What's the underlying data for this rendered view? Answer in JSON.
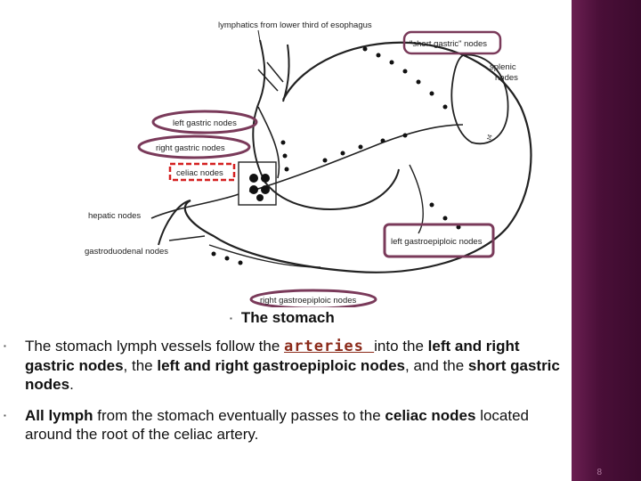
{
  "diagram": {
    "labels": {
      "lymphatics": "lymphatics from lower third of esophagus",
      "short_gastric": "\"short gastric\" nodes",
      "splenic_1": "splenic",
      "splenic_2": "nodes",
      "left_gastric": "left gastric nodes",
      "right_gastric": "right gastric nodes",
      "celiac": "celiac nodes",
      "hepatic": "hepatic nodes",
      "gastroduodenal": "gastroduodenal nodes",
      "left_gastroepiploic": "left gastroepiploic nodes",
      "right_gastroepiploic": "right gastroepiploic nodes",
      "figure_mark": "t4"
    },
    "colors": {
      "highlight_oval": "#7a3a5a",
      "celiac_box": "#d42020"
    }
  },
  "title": "The stomach",
  "paragraph1": {
    "t1": "The stomach lymph vessels follow the ",
    "arteries": "arteries ",
    "t2": "into the ",
    "b1": "left and right gastric nodes",
    "t3": ", the ",
    "b2": "left and right gastroepiploic nodes",
    "t4": ", and the ",
    "b3": "short gastric nodes",
    "t5": "."
  },
  "paragraph2": {
    "b1": "All lymph",
    "t1": " from the stomach eventually passes to the ",
    "b2": "celiac nodes",
    "t2": " located around the root of the celiac artery."
  },
  "page_number": "8"
}
